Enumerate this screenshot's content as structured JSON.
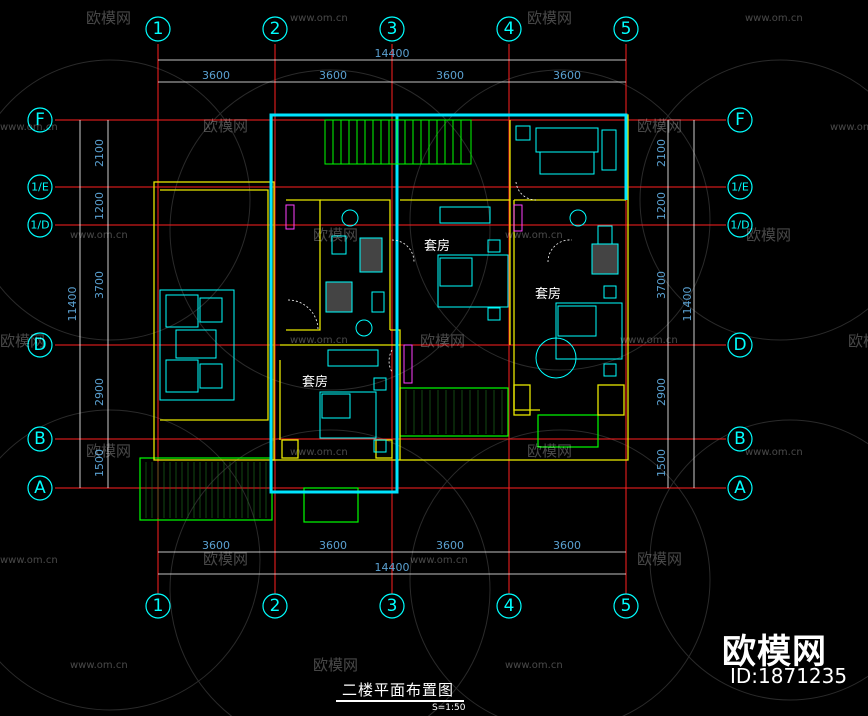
{
  "axes": {
    "columns": [
      "1",
      "2",
      "3",
      "4",
      "5"
    ],
    "rows": [
      "F",
      "1/E",
      "1/D",
      "D",
      "B",
      "A"
    ]
  },
  "dimensions": {
    "top_total": "14400",
    "top_segments": [
      "3600",
      "3600",
      "3600",
      "3600"
    ],
    "bottom_total": "14400",
    "bottom_segments": [
      "3600",
      "3600",
      "3600",
      "3600"
    ],
    "left_total": "11400",
    "left_segments": [
      "2100",
      "1200",
      "3700",
      "2900",
      "1500"
    ],
    "right_total": "11400",
    "right_segments": [
      "2100",
      "1200",
      "3700",
      "2900",
      "1500"
    ]
  },
  "rooms": [
    "套房",
    "套房",
    "套房"
  ],
  "title": "二楼平面布置图",
  "scale": "S=1:50",
  "watermarks": {
    "url": "www.om.cn",
    "brand": "欧模网",
    "id": "ID:1871235"
  },
  "colors": {
    "background": "#000000",
    "axis_line": "#ff2020",
    "wall": "#ffff00",
    "highlight": "#00e5ff",
    "furniture": "#00ffff",
    "green": "#00ff00",
    "dimension": "#5aa0d0",
    "magenta": "#ff40ff"
  }
}
